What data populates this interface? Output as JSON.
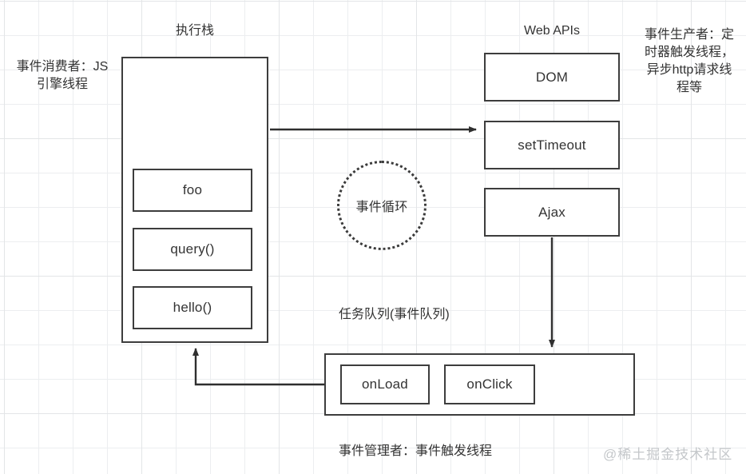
{
  "diagram": {
    "title": "JavaScript Event Loop",
    "background": {
      "grid_minor_color": "#eceef0",
      "grid_major_color": "#e3e5e7",
      "paper_color": "#ffffff"
    },
    "stroke_color": "#3d3d3d",
    "text_color": "#333333"
  },
  "captions": {
    "call_stack_title": "执行栈",
    "web_apis_title": "Web APIs",
    "task_queue_title": "任务队列(事件队列)",
    "event_consumer": "事件消费者：JS\n引擎线程",
    "event_consumer_line1": "事件消费者：JS",
    "event_consumer_line2": "引擎线程",
    "event_producer_line1": "事件生产者：定",
    "event_producer_line2": "时器触发线程，",
    "event_producer_line3": "异步http请求线",
    "event_producer_line4": "程等",
    "event_manager": "事件管理者：事件触发线程"
  },
  "call_stack": {
    "frames": [
      {
        "label": "foo"
      },
      {
        "label": "query()"
      },
      {
        "label": "hello()"
      }
    ]
  },
  "web_apis": {
    "items": [
      {
        "label": "DOM"
      },
      {
        "label": "setTimeout"
      },
      {
        "label": "Ajax"
      }
    ]
  },
  "event_loop": {
    "label": "事件循环"
  },
  "task_queue": {
    "items": [
      {
        "label": "onLoad"
      },
      {
        "label": "onClick"
      }
    ]
  },
  "watermark": {
    "text": "@稀土掘金技术社区"
  }
}
